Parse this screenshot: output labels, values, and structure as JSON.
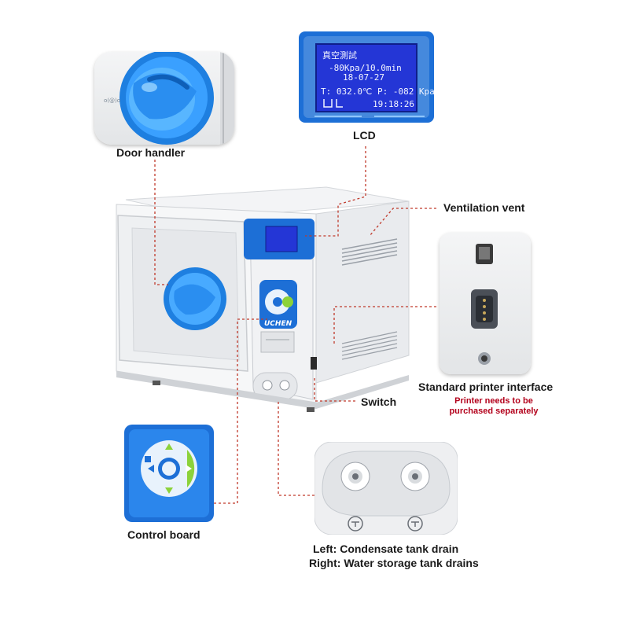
{
  "labels": {
    "door_handler": "Door handler",
    "lcd": "LCD",
    "ventilation_vent": "Ventilation vent",
    "printer_interface": "Standard printer interface",
    "printer_note_line1": "Printer needs to be",
    "printer_note_line2": "purchased separately",
    "switch": "Switch",
    "control_board": "Control board",
    "drain_left": "Left: Condensate tank drain",
    "drain_right": "Right: Water storage tank drains"
  },
  "lcd": {
    "line1": "真空測試",
    "line2": "-80Kpa/10.0min",
    "line3": "18-07-27",
    "line4": "T: 032.0℃ P: -082 Kpa",
    "line5": "19:18:26"
  },
  "brand": "UCHEN",
  "colors": {
    "accent_blue": "#1d6fd6",
    "lcd_blue": "#2436d6",
    "callout_red": "#c0392b",
    "keypad_green": "#8cd23a"
  },
  "icons": [
    "door-knob-icon",
    "lcd-screen-icon",
    "usb-port-icon",
    "serial-port-icon",
    "keypad-icon",
    "drain-nozzle-icon"
  ]
}
